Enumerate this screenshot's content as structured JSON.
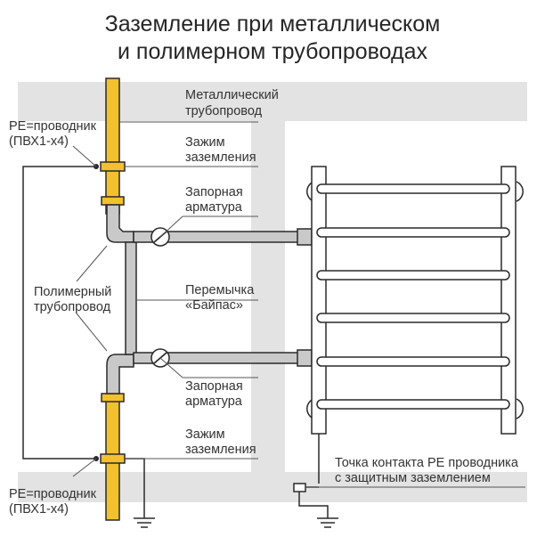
{
  "title": {
    "line1": "Заземление при металлическом",
    "line2": "и полимерном трубопроводах"
  },
  "labels": {
    "metal_pipe_1": "Металлический",
    "metal_pipe_2": "трубопровод",
    "clamp_top_1": "Зажим",
    "clamp_top_2": "заземления",
    "valve_top_1": "Запорная",
    "valve_top_2": "арматура",
    "bypass_1": "Перемычка",
    "bypass_2": "«Байпас»",
    "valve_bottom_1": "Запорная",
    "valve_bottom_2": "арматура",
    "clamp_bottom_1": "Зажим",
    "clamp_bottom_2": "заземления",
    "pe_top_1": "PE=проводник",
    "pe_top_2": "(ПВХ1-х4)",
    "polymer_pipe_1": "Полимерный",
    "polymer_pipe_2": "трубопровод",
    "pe_bottom_1": "PE=проводник",
    "pe_bottom_2": "(ПВХ1-х4)",
    "contact_point_1": "Точка контакта PE проводника",
    "contact_point_2": "с защитным заземлением"
  },
  "colors": {
    "metal_pipe": "#f2c12e",
    "metal_pipe_edge": "#2a2a2a",
    "polymer_pipe": "#c9c9c9",
    "wall": "#e3e3e3",
    "line": "#2a2a2a"
  }
}
